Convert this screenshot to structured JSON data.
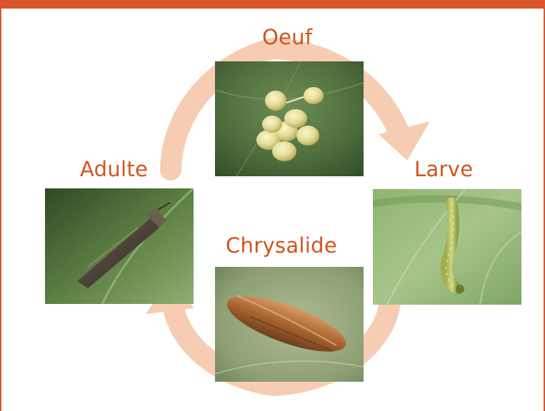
{
  "diagram": {
    "stages": [
      {
        "id": "egg",
        "label": "Oeuf"
      },
      {
        "id": "larva",
        "label": "Larve"
      },
      {
        "id": "pupa",
        "label": "Chrysalide"
      },
      {
        "id": "adult",
        "label": "Adulte"
      }
    ]
  },
  "colors": {
    "frame": "#d9572b",
    "label": "#d1541f",
    "arrow": "#f6cdb3",
    "leaf_dark": "#4e6f3d",
    "leaf_light": "#a9c58d"
  },
  "icons": [
    "cycle-arrow",
    "egg-photo",
    "larva-photo",
    "pupa-photo",
    "adult-moth-photo"
  ]
}
